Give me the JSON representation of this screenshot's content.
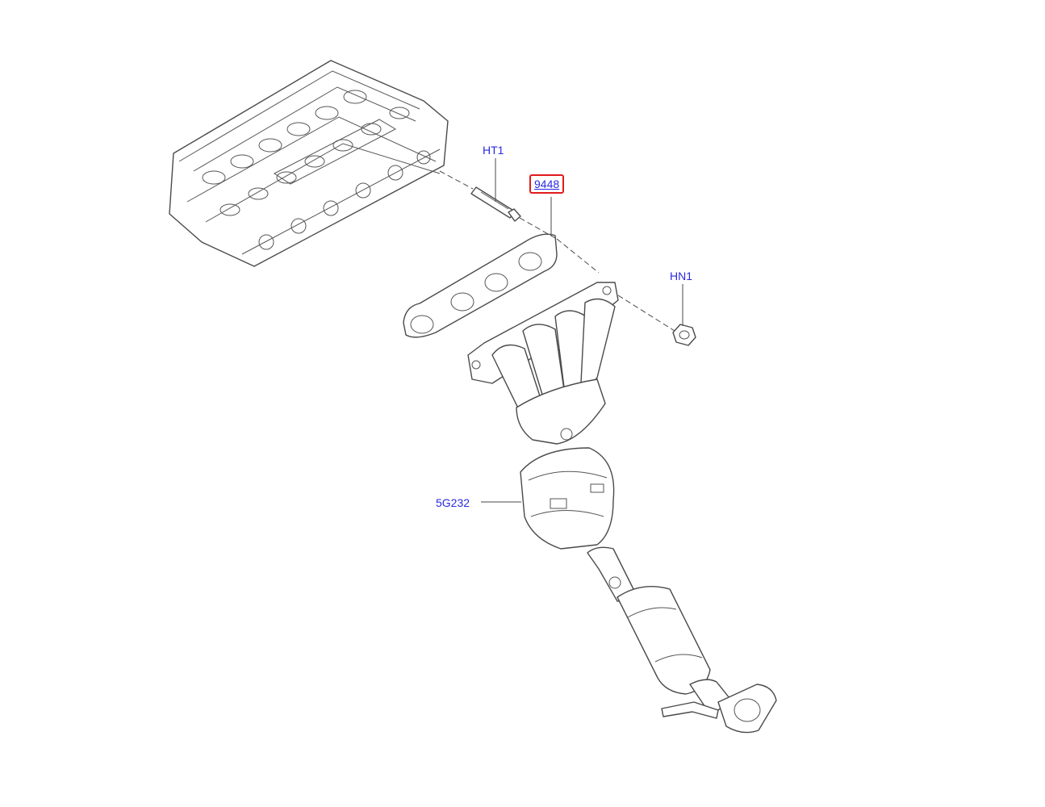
{
  "callouts": {
    "ht1": "HT1",
    "c9448": "9448",
    "hn1": "HN1",
    "c5g232": "5G232"
  },
  "colors": {
    "callout_text": "#2a2ae0",
    "highlight_border": "#e01b1b",
    "line_art": "#4a4a4a",
    "background": "#ffffff"
  }
}
